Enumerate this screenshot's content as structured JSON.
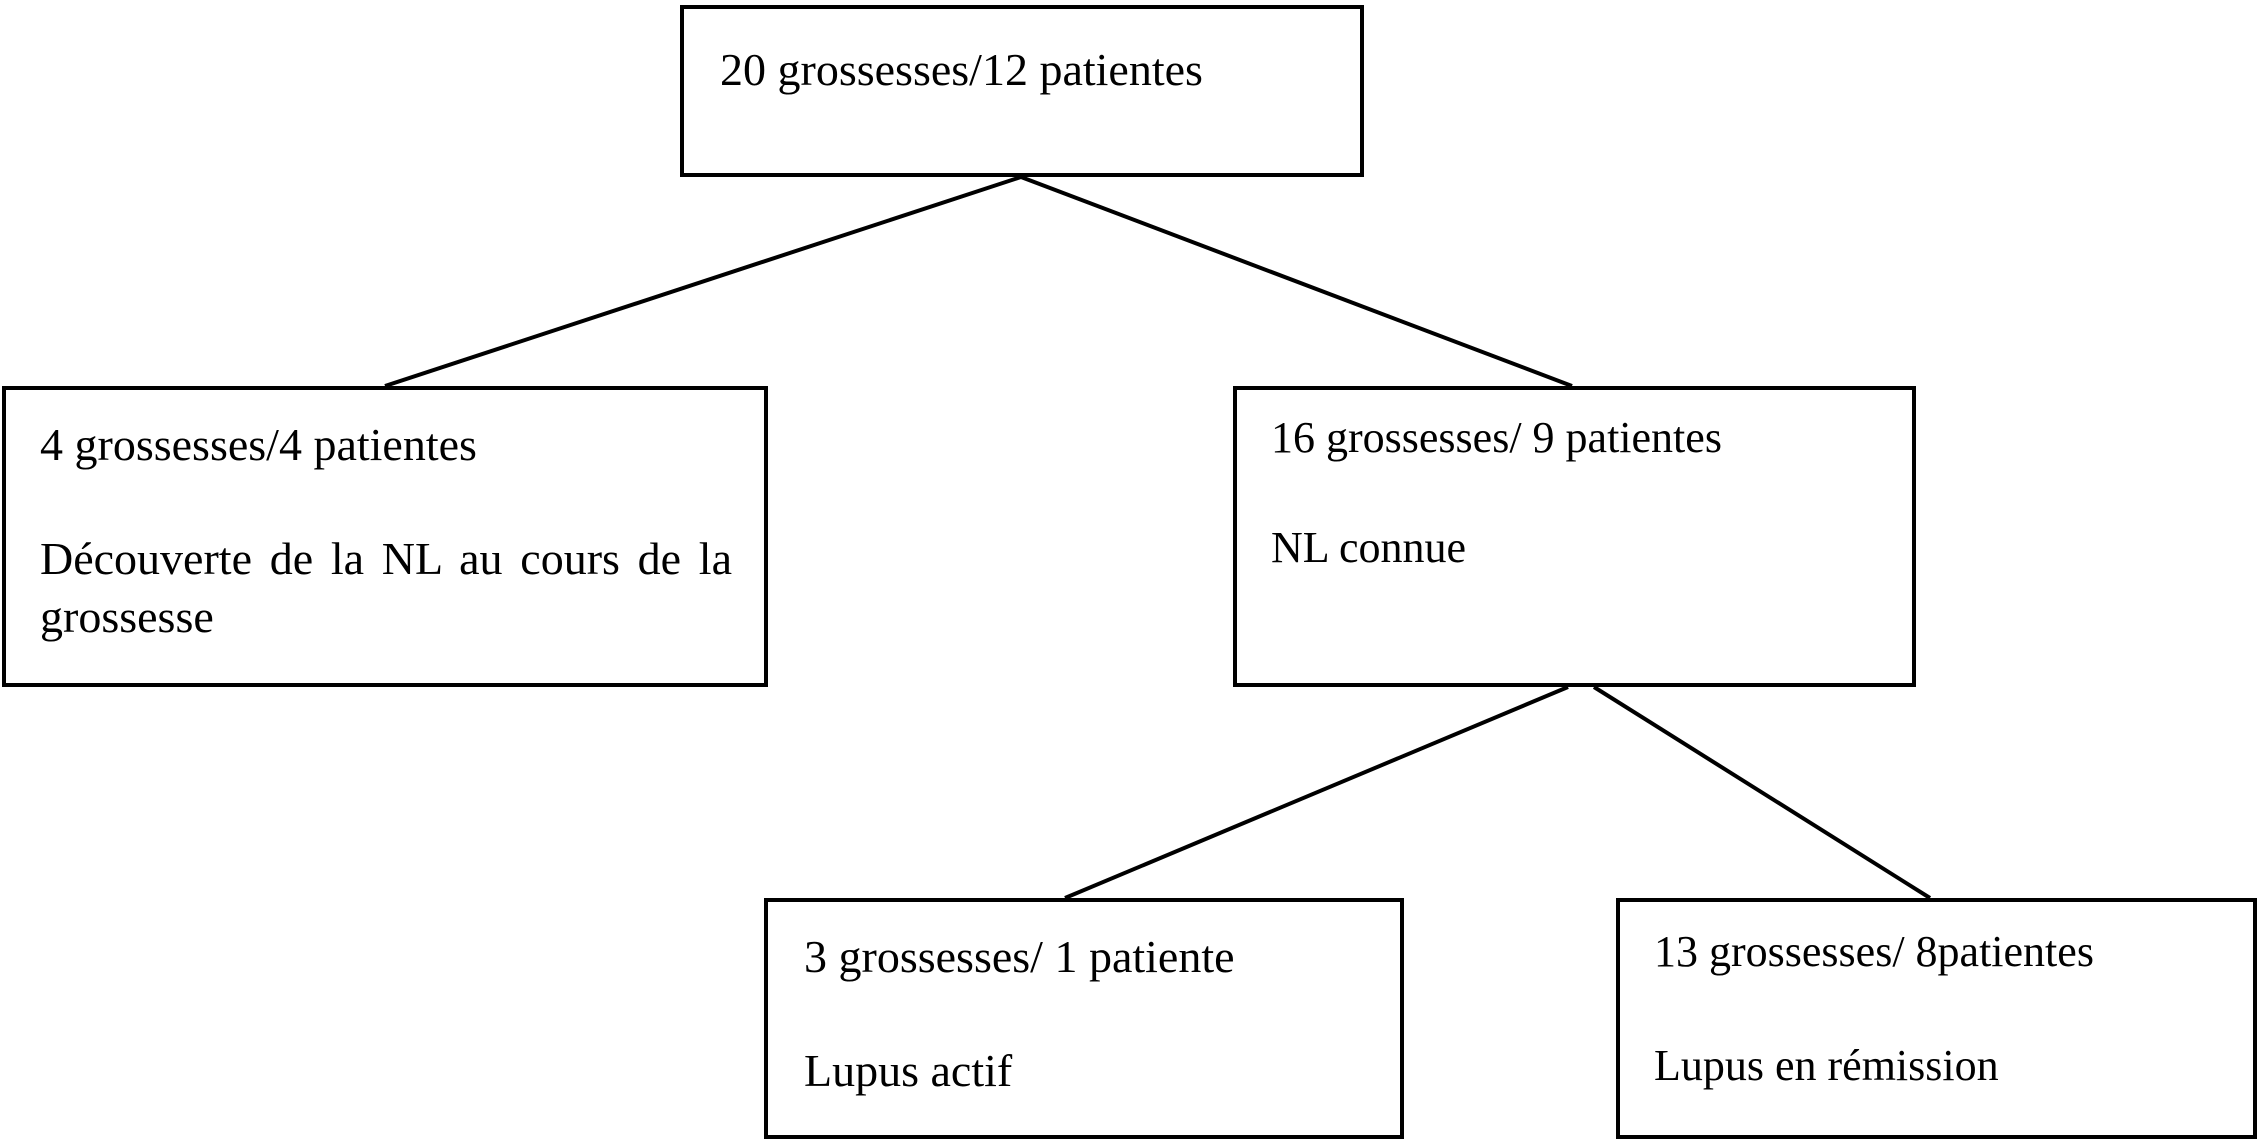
{
  "diagram": {
    "root": {
      "count": "20 grossesses/12 patientes"
    },
    "left": {
      "count": "4 grossesses/4 patientes",
      "description": "Découverte de la NL au cours de la grossesse"
    },
    "right": {
      "count": "16 grossesses/ 9 patientes",
      "description": "NL connue"
    },
    "active": {
      "count": "3 grossesses/ 1 patiente",
      "description": "Lupus actif"
    },
    "remission": {
      "count": "13 grossesses/ 8patientes",
      "description": "Lupus en rémission"
    },
    "edges": [
      {
        "from": "root",
        "to": "left"
      },
      {
        "from": "root",
        "to": "right"
      },
      {
        "from": "right",
        "to": "active"
      },
      {
        "from": "right",
        "to": "remission"
      }
    ],
    "colors": {
      "stroke": "#000000",
      "background": "#ffffff"
    }
  }
}
